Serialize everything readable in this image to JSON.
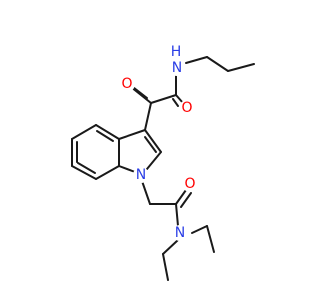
{
  "colors": {
    "bond": "#1a1a1a",
    "oxygen": "#ff0000",
    "nitrogen": "#2b3ee6",
    "hydrogen_on_nitrogen": "#2b3ee6",
    "background": "#ffffff"
  },
  "atoms": {
    "o_ketone": "O",
    "o_amide_top": "O",
    "n_amide_top": "N",
    "h_amide_top": "H",
    "n_indole": "N",
    "o_amide_bottom": "O",
    "n_amide_bottom": "N"
  }
}
